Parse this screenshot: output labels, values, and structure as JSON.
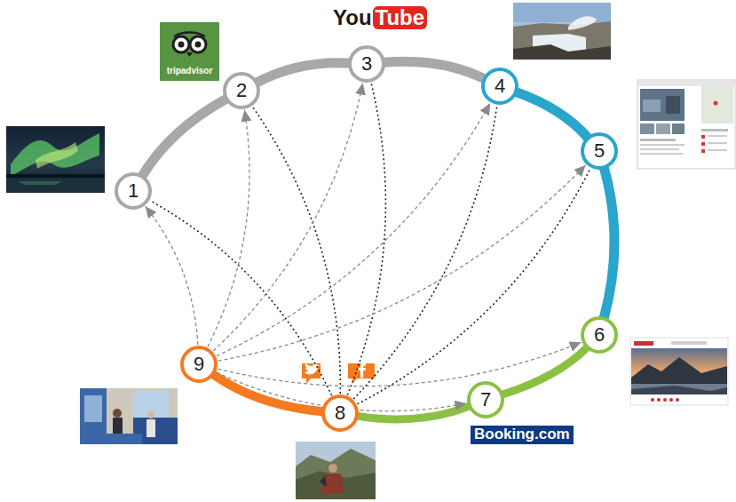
{
  "diagram": {
    "nodes": [
      {
        "text": [
          "1"
        ]
      },
      {
        "text": [
          "2"
        ]
      },
      {
        "text": [
          "3"
        ]
      },
      {
        "text": [
          "4"
        ]
      },
      {
        "text": [
          "5"
        ]
      },
      {
        "text": [
          "6"
        ]
      },
      {
        "text": [
          "7"
        ]
      },
      {
        "text": [
          "8"
        ]
      },
      {
        "text": [
          "9"
        ]
      }
    ],
    "edges": [
      {
        "from": 0,
        "to": 1,
        "arrow": "none"
      },
      {
        "from": 1,
        "to": 2,
        "arrow": "none"
      },
      {
        "from": 2,
        "to": 3,
        "arrow": "none"
      },
      {
        "from": 3,
        "to": 4,
        "arrow": "none"
      },
      {
        "from": 4,
        "to": 5,
        "arrow": "none"
      },
      {
        "from": 5,
        "to": 6,
        "arrow": "none"
      },
      {
        "from": 6,
        "to": 7,
        "arrow": "none"
      },
      {
        "from": 7,
        "to": 8,
        "arrow": "none"
      },
      {
        "from": 7,
        "to": 0,
        "arrow": "none"
      },
      {
        "from": 7,
        "to": 1,
        "arrow": "none"
      },
      {
        "from": 7,
        "to": 2,
        "arrow": "none"
      },
      {
        "from": 7,
        "to": 3,
        "arrow": "none"
      },
      {
        "from": 7,
        "to": 4,
        "arrow": "none"
      },
      {
        "from": 8,
        "to": 0,
        "arrow": "to"
      },
      {
        "from": 8,
        "to": 1,
        "arrow": "to"
      },
      {
        "from": 8,
        "to": 2,
        "arrow": "to"
      },
      {
        "from": 8,
        "to": 3,
        "arrow": "to"
      },
      {
        "from": 8,
        "to": 4,
        "arrow": "to"
      },
      {
        "from": 8,
        "to": 5,
        "arrow": "to"
      },
      {
        "from": 8,
        "to": 6,
        "arrow": "to"
      }
    ],
    "labels": [
      "tripadvisor",
      "You",
      "Tube",
      "Booking.com"
    ]
  }
}
